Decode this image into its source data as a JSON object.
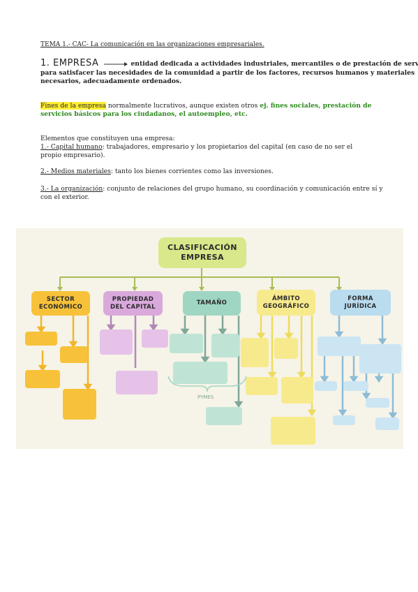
{
  "header": {
    "title": "TEMA 1.- CAC- La comunicación en las organizaciones empresariales."
  },
  "empresa": {
    "heading": "1. EMPRESA",
    "definition_line1": "entidad dedicada a actividades industriales, mercantiles o de prestación de servicios",
    "definition_line2": "para satisfacer las necesidades de la comunidad a partir de los factores, recursos humanos y materiales",
    "definition_line3": "necesarios, adecuadamente ordenados."
  },
  "fines": {
    "label": "Fines de la empresa",
    "text": " normalmente lucrativos, aunque existen otros ",
    "example_line1": "ej. fines sociales, prestación de",
    "example_line2": "servicios básicos para los ciudadanos, el autoempleo, etc."
  },
  "elementos": {
    "intro": "Elementos que constituyen una empresa:",
    "item1_label": "1.- Capital humano",
    "item1_text": ": trabajadores, empresario y los propietarios del capital (en caso de no ser el",
    "item1_text2": "propio empresario).",
    "item2_label": "2.- Medios materiales",
    "item2_text": ": tanto los bienes corrientes como las inversiones.",
    "item3_label": "3.- La organización",
    "item3_text": ": conjunto de relaciones del grupo humano, su coordinación y comunicación entre sí y",
    "item3_text2": "con el exterior."
  },
  "mindmap": {
    "title_line1": "CLASIFICACIÓN",
    "title_line2": "EMPRESA",
    "categories": [
      {
        "line1": "SECTOR",
        "line2": "ECONÓMICO"
      },
      {
        "line1": "PROPIEDAD",
        "line2": "DEL CAPITAL"
      },
      {
        "line1": "TAMAÑO",
        "line2": ""
      },
      {
        "line1": "ÁMBITO",
        "line2": "GEOGRÁFICO"
      },
      {
        "line1": "FORMA",
        "line2": "JURÍDICA"
      }
    ],
    "pymes_label": "PYMES",
    "colors": {
      "title": "#d8e88a",
      "sector": "#f7c23a",
      "propiedad": "#d9a9dc",
      "tamano": "#9fd6c3",
      "ambito": "#f7ea8c",
      "forma": "#b9dcef",
      "sector_line": "#f2b52a",
      "propiedad_line": "#b089b8",
      "tamano_line": "#7fa89a",
      "ambito_line": "#eddc5c",
      "forma_line": "#8dbcd6"
    }
  }
}
